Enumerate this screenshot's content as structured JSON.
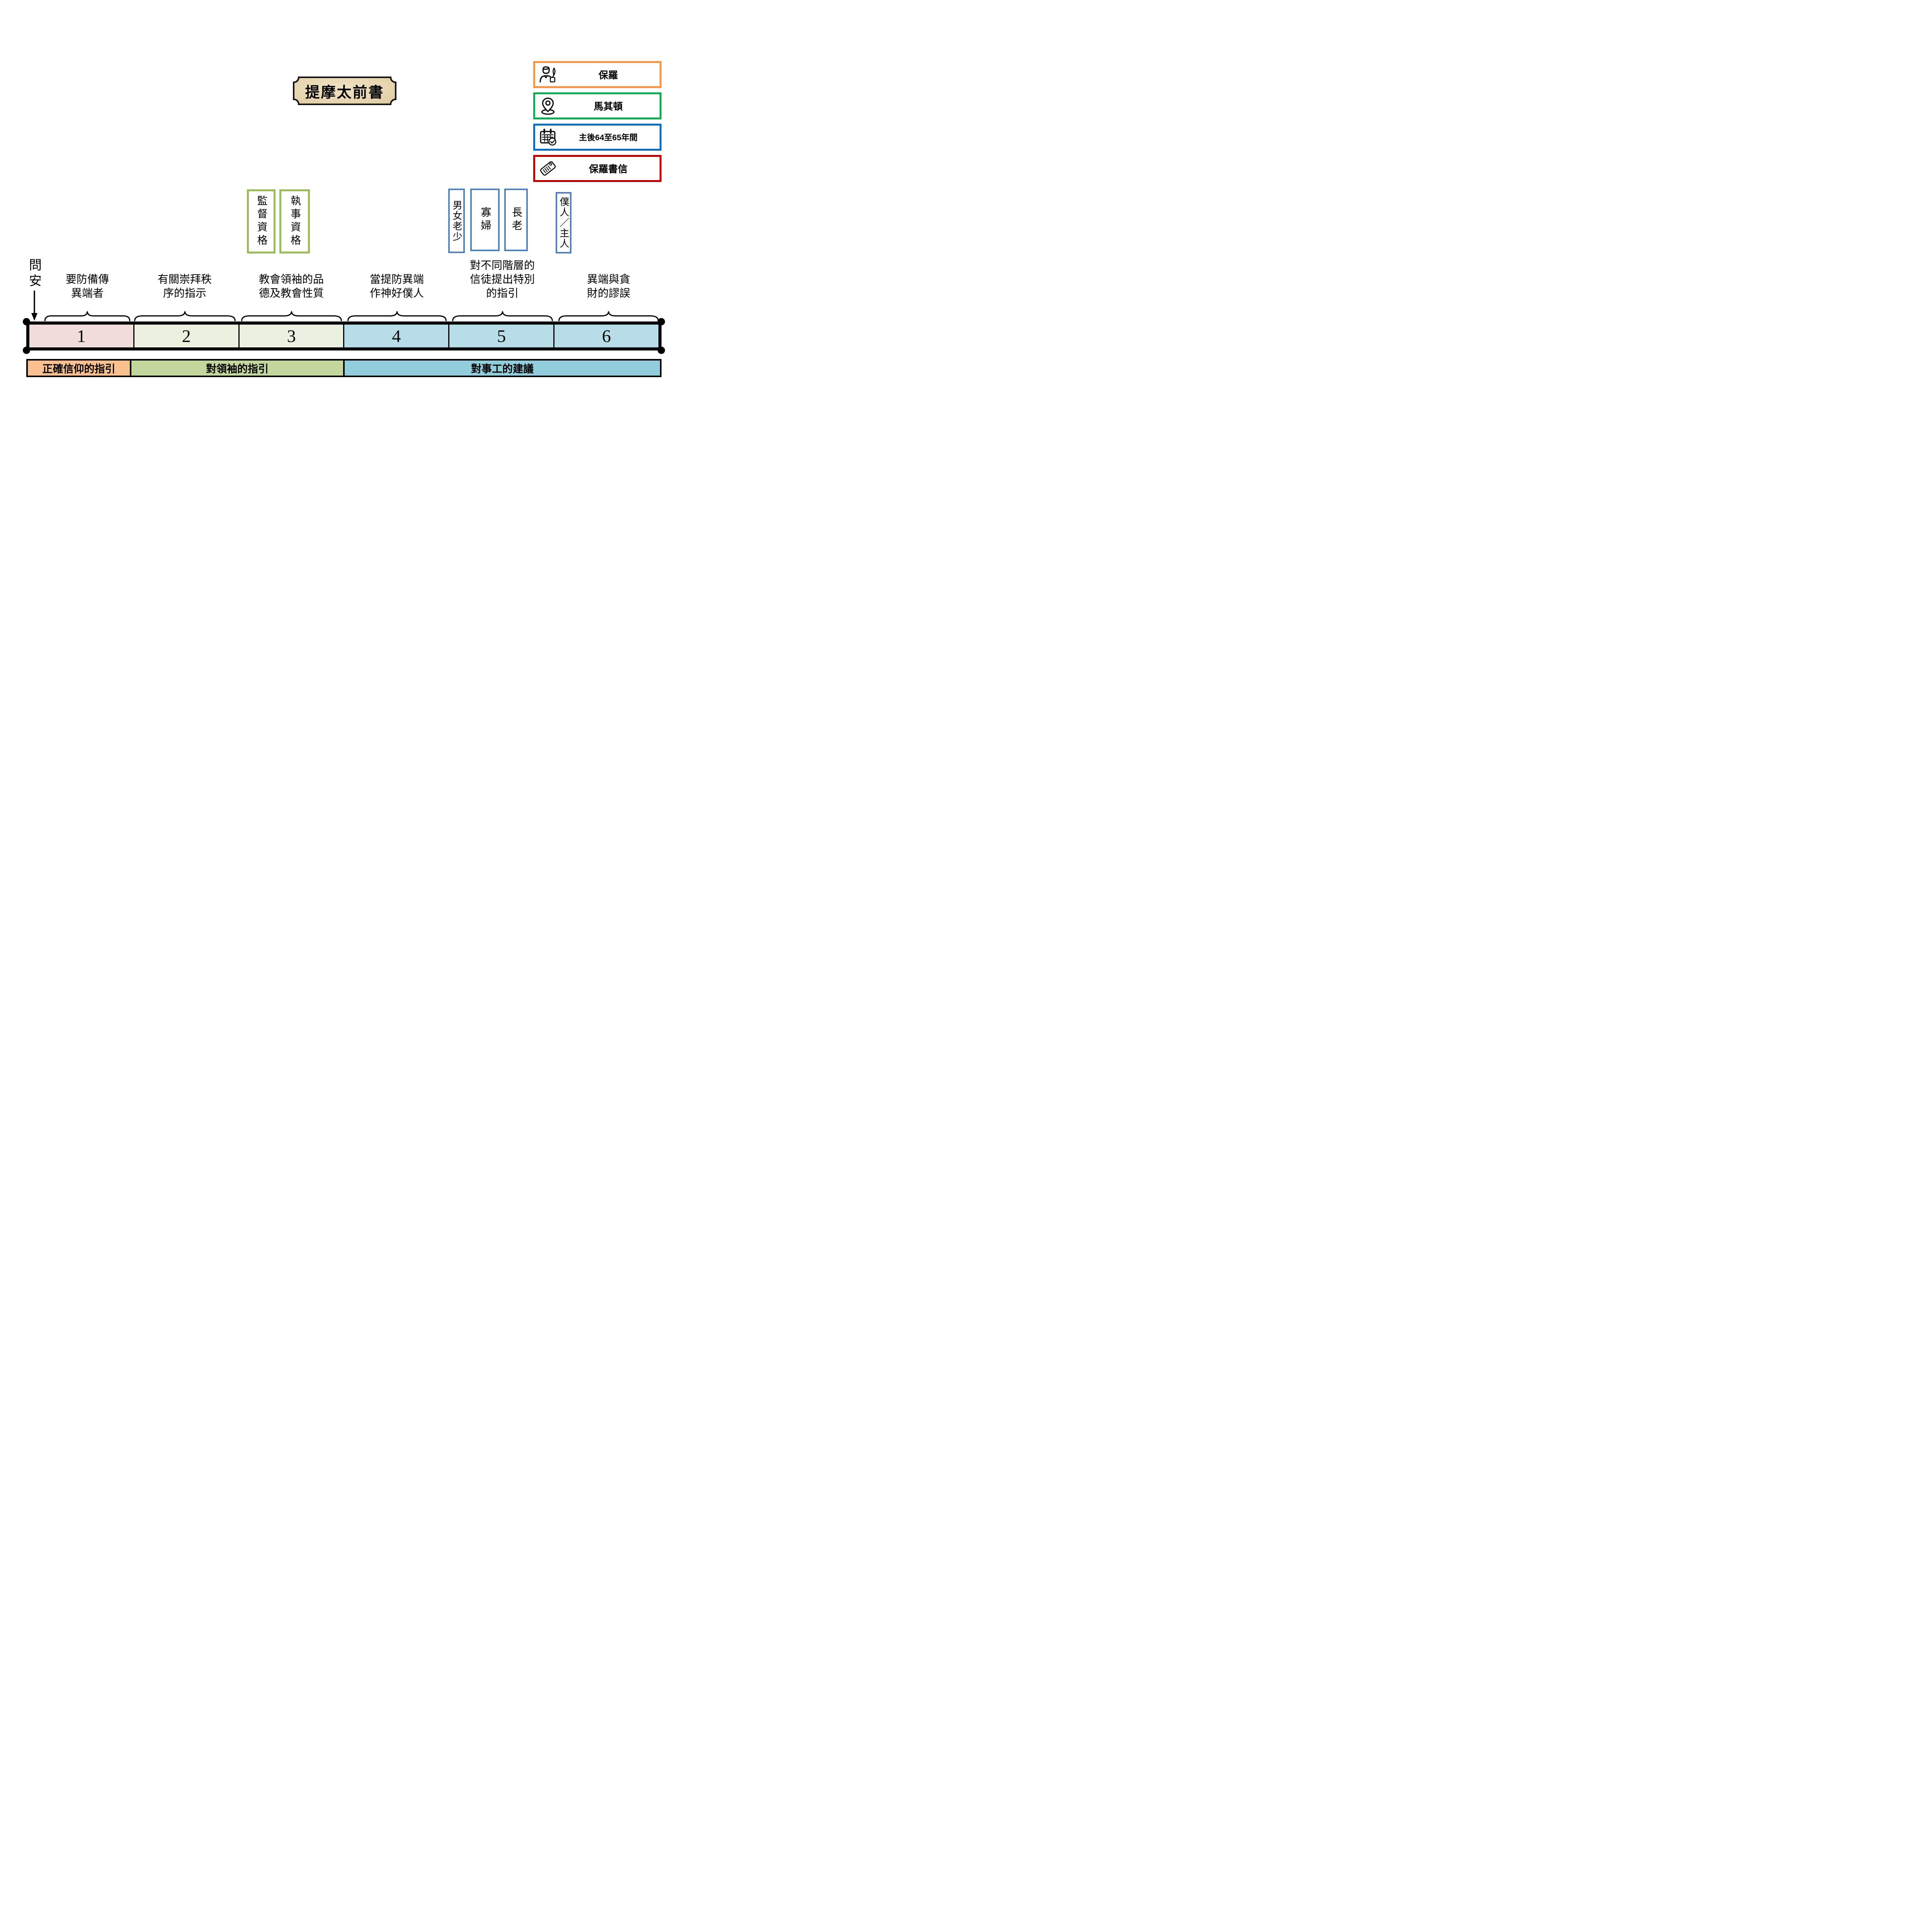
{
  "title": {
    "text": "提摩太前書"
  },
  "legend": {
    "items": [
      {
        "label": "保羅",
        "icon": "author-icon",
        "border_color": "#F79646"
      },
      {
        "label": "馬其頓",
        "icon": "location-icon",
        "border_color": "#00B050"
      },
      {
        "label": "主後64至65年間",
        "icon": "calendar-icon",
        "border_color": "#0070C0"
      },
      {
        "label": "保羅書信",
        "icon": "tag-icon",
        "border_color": "#C00000"
      }
    ]
  },
  "topic_boxes": {
    "leader_qualifications": [
      {
        "text": "監督資格",
        "border_color": "#9BBB59"
      },
      {
        "text": "執事資格",
        "border_color": "#9BBB59"
      }
    ],
    "ministry_groups": [
      {
        "text": "男女老少",
        "border_color": "#4F81BD"
      },
      {
        "text": "寡婦",
        "border_color": "#4F81BD"
      },
      {
        "text": "長老",
        "border_color": "#4F81BD"
      },
      {
        "text": "僕人／主人",
        "border_color": "#4F81BD"
      }
    ]
  },
  "timeline": {
    "greeting_label": "問安",
    "chapters": [
      {
        "num": "1",
        "summary": "要防備傳\n異端者",
        "fill": "#F2DCDB"
      },
      {
        "num": "2",
        "summary": "有關崇拜秩\n序的指示",
        "fill": "#EBF1DE"
      },
      {
        "num": "3",
        "summary": "教會領袖的品\n德及教會性質",
        "fill": "#EBF1DE"
      },
      {
        "num": "4",
        "summary": "當提防異端\n作神好僕人",
        "fill": "#B7DEE8"
      },
      {
        "num": "5",
        "summary": "對不同階層的\n信徒提出特別\n的指引",
        "fill": "#B7DEE8"
      },
      {
        "num": "6",
        "summary": "異端與貪\n財的謬誤",
        "fill": "#B7DEE8"
      }
    ],
    "sections": [
      {
        "label": "正確信仰的指引",
        "fill": "#FAC090"
      },
      {
        "label": "對領袖的指引",
        "fill": "#C3D69B"
      },
      {
        "label": "對事工的建議",
        "fill": "#92CDDC"
      }
    ]
  },
  "colors": {
    "plaque_fill": "#E8D8B5",
    "band_border": "#000000"
  }
}
